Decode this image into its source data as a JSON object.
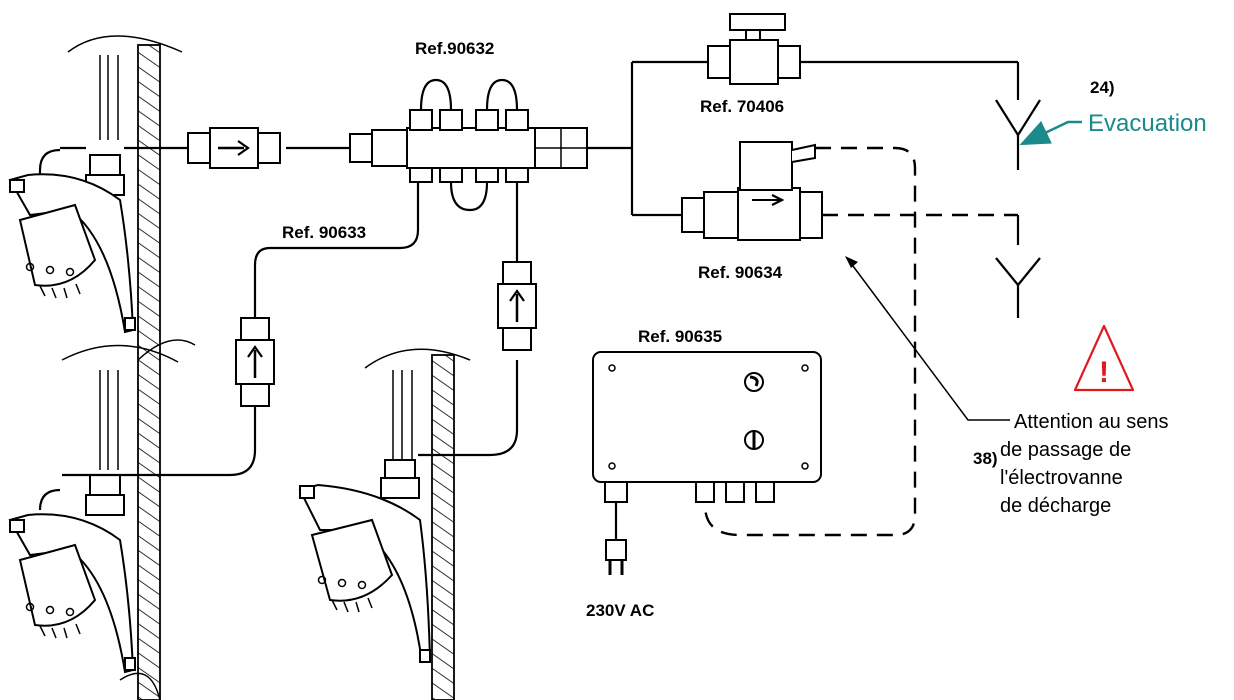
{
  "labels": {
    "manifold": "Ref.90632",
    "ball_valve": "Ref. 70406",
    "solenoid_valve": "Ref. 90634",
    "hose": "Ref. 90633",
    "control_box": "Ref. 90635",
    "power": "230V AC",
    "callout_24": "24)",
    "callout_38": "38)",
    "evacuation": "Evacuation"
  },
  "warning": {
    "symbol": "!",
    "lines": [
      "Attention au sens",
      "de passage de",
      "l'électrovanne",
      "de décharge"
    ]
  },
  "colors": {
    "evacuation": "#1a8a8a",
    "warning": "#e0191f"
  }
}
